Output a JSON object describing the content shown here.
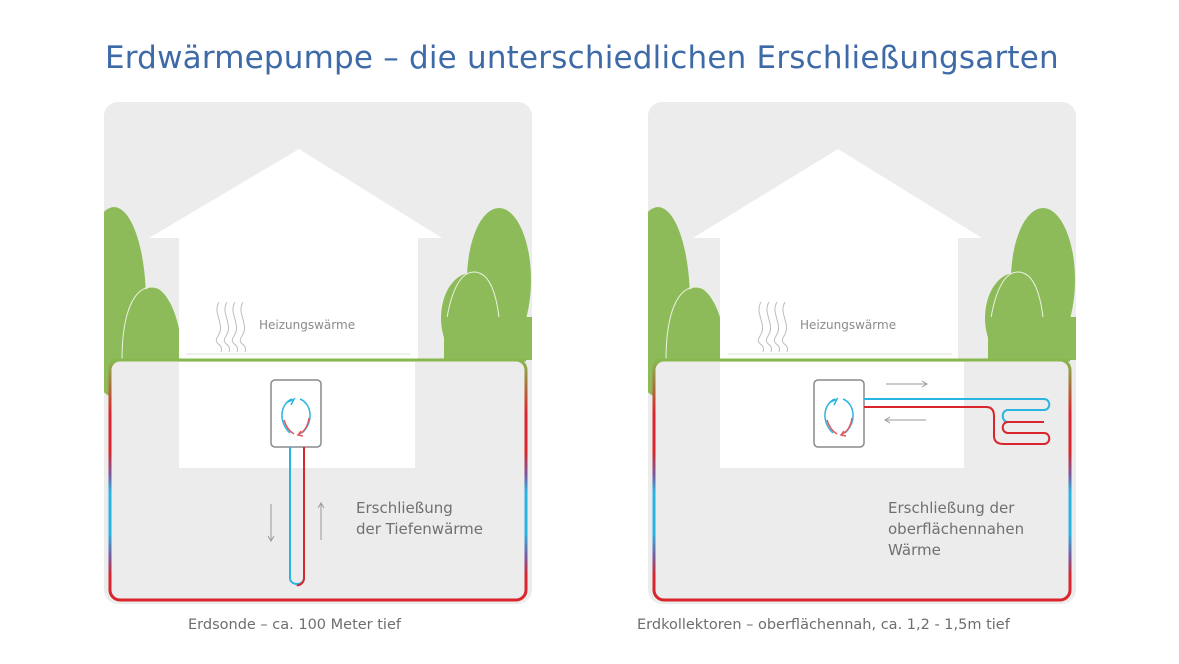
{
  "title": "Erdwärmepumpe – die unterschiedlichen Erschließungsarten",
  "colors": {
    "title": "#3f6aa8",
    "panel_bg": "#ececec",
    "house": "#ffffff",
    "tree_green": "#8dbb5a",
    "ground_line_green": "#86b84e",
    "warm_red": "#d8262c",
    "cold_blue": "#2ab4e0",
    "text_gray": "#6e6e6e"
  },
  "panels": [
    {
      "id": "erdsonde",
      "heating_label": "Heizungswärme",
      "description_lines": [
        "Erschließung",
        "der Tiefenwärme"
      ],
      "caption": "Erdsonde – ca. 100 Meter tief",
      "arrows": [
        "down",
        "up"
      ]
    },
    {
      "id": "erdkollektoren",
      "heating_label": "Heizungswärme",
      "description_lines": [
        "Erschließung der",
        "oberflächennahen",
        "Wärme"
      ],
      "caption": "Erdkollektoren – oberflächennah, ca. 1,2 - 1,5m tief",
      "arrows": [
        "right",
        "left"
      ]
    }
  ]
}
